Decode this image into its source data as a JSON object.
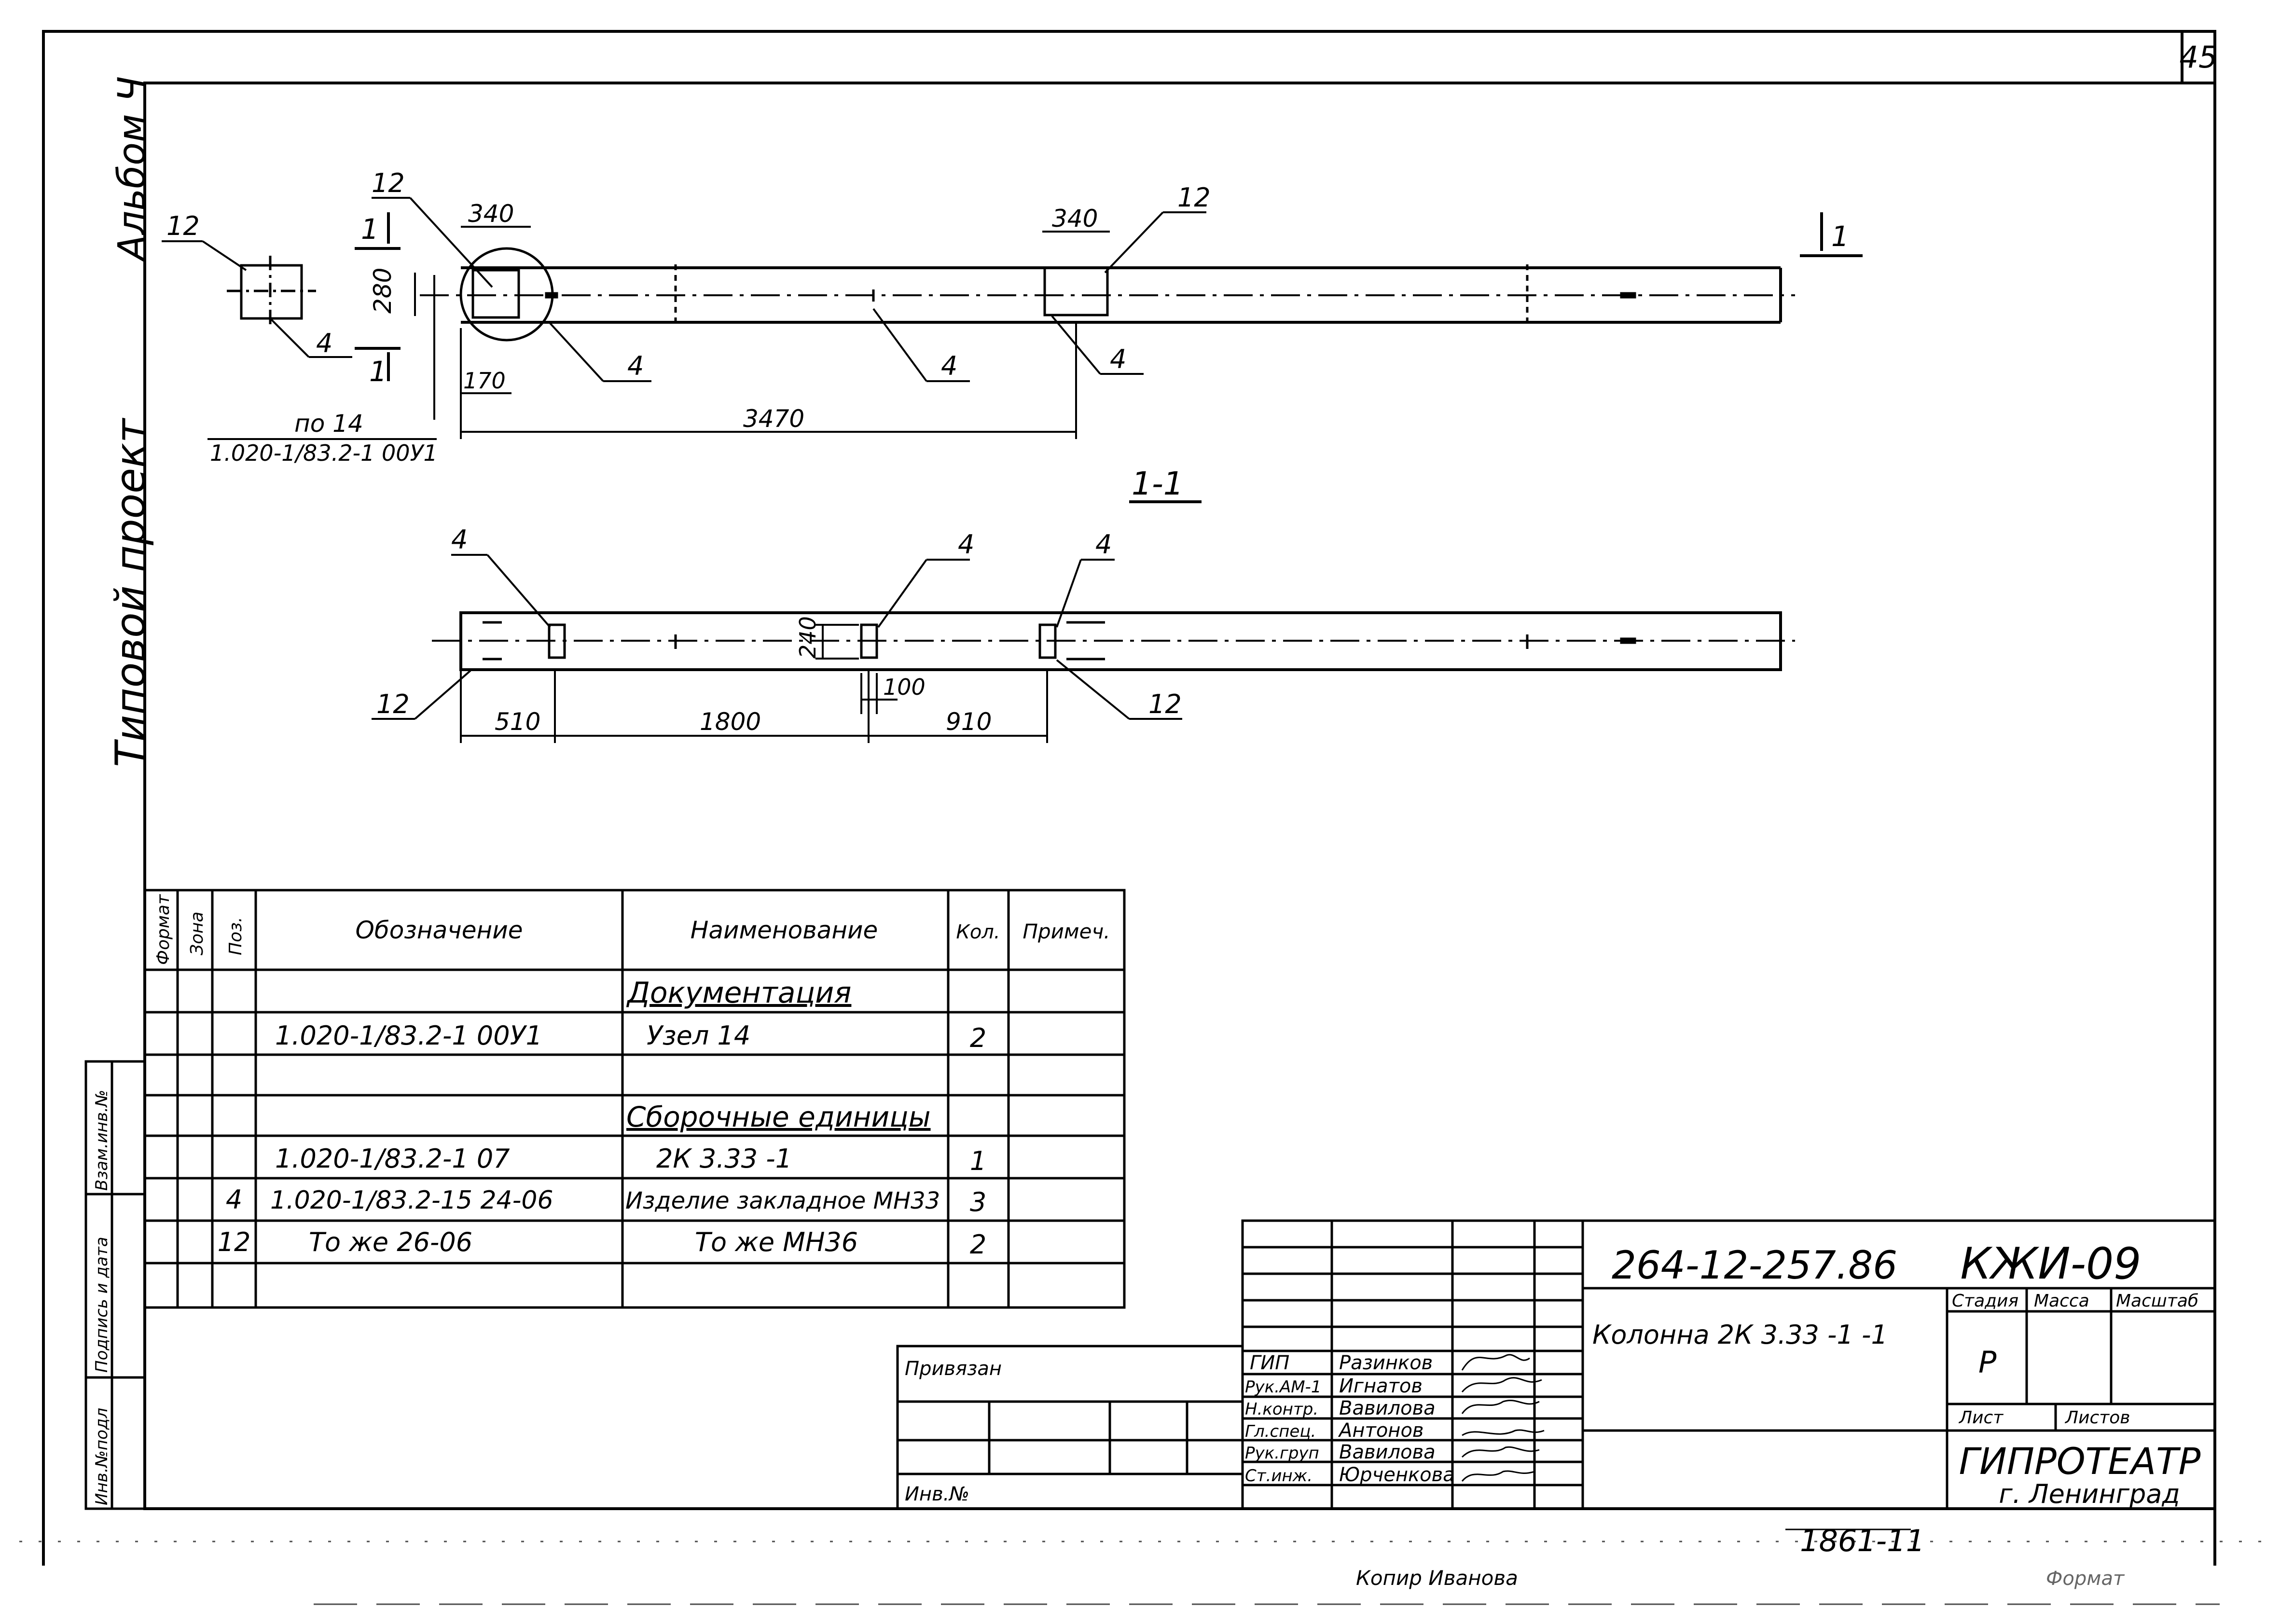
{
  "sheet_number": "45",
  "side_labels": {
    "album": "Альбом Ч",
    "project": "Типовой проект"
  },
  "plan": {
    "section_mark": "1",
    "callouts": [
      "12",
      "4",
      "4",
      "4",
      "4",
      "12",
      "12"
    ],
    "dimensions": {
      "pad_w1": "340",
      "pad_w2": "340",
      "pad_h": "280",
      "offset": "170",
      "span": "3470"
    },
    "node_note_line1": "по 14",
    "node_note_line2": "1.020-1/83.2-1 00У1"
  },
  "section": {
    "title": "1-1",
    "callouts": [
      "4",
      "4",
      "4",
      "12",
      "12"
    ],
    "dimensions": {
      "d1": "510",
      "d2": "1800",
      "d3": "910",
      "plate_h": "240",
      "plate_w": "100"
    }
  },
  "spec_table": {
    "headers": [
      "Формат",
      "Зона",
      "Поз.",
      "Обозначение",
      "Наименование",
      "Кол.",
      "Примеч."
    ],
    "rows": [
      {
        "pos": "",
        "designation": "",
        "name": "Документация",
        "qty": "",
        "note": ""
      },
      {
        "pos": "",
        "designation": "1.020-1/83.2-1 00У1",
        "name": "Узел 14",
        "qty": "2",
        "note": ""
      },
      {
        "pos": "",
        "designation": "",
        "name": "",
        "qty": "",
        "note": ""
      },
      {
        "pos": "",
        "designation": "",
        "name": "Сборочные единицы",
        "qty": "",
        "note": ""
      },
      {
        "pos": "",
        "designation": "1.020-1/83.2-1 07",
        "name": "2К 3.33 -1",
        "qty": "1",
        "note": ""
      },
      {
        "pos": "4",
        "designation": "1.020-1/83.2-15 24-06",
        "name": "Изделие закладное МН33",
        "qty": "3",
        "note": ""
      },
      {
        "pos": "12",
        "designation": "То же 26-06",
        "name": "То же МН36",
        "qty": "2",
        "note": ""
      },
      {
        "pos": "",
        "designation": "",
        "name": "",
        "qty": "",
        "note": ""
      }
    ]
  },
  "left_strip": [
    "Взам.инв.№",
    "Подпись и дата",
    "Инв.№подл"
  ],
  "title_block": {
    "attached_label": "Привязан",
    "inv_label": "Инв.№",
    "doc_code": "264-12-257.86",
    "mark": "КЖИ-09",
    "object_name": "Колонна 2К 3.33 -1 -1",
    "stage_label": "Стадия",
    "mass_label": "Масса",
    "scale_label": "Масштаб",
    "stage_value": "Р",
    "sheet_label": "Лист",
    "sheets_label": "Листов",
    "org_name": "ГИПРОТЕАТР",
    "org_city": "г. Ленинград",
    "roles": [
      {
        "role": "ГИП",
        "name": "Разинков"
      },
      {
        "role": "Рук.АМ-1",
        "name": "Игнатов"
      },
      {
        "role": "Н.контр.",
        "name": "Вавилова"
      },
      {
        "role": "Гл.спец.",
        "name": "Антонов"
      },
      {
        "role": "Рук.груп",
        "name": "Вавилова"
      },
      {
        "role": "Ст.инж.",
        "name": "Юрченкова"
      }
    ]
  },
  "footer": {
    "archive_number": "1861-11",
    "copier": "Копир Иванова",
    "format": "Формат"
  }
}
